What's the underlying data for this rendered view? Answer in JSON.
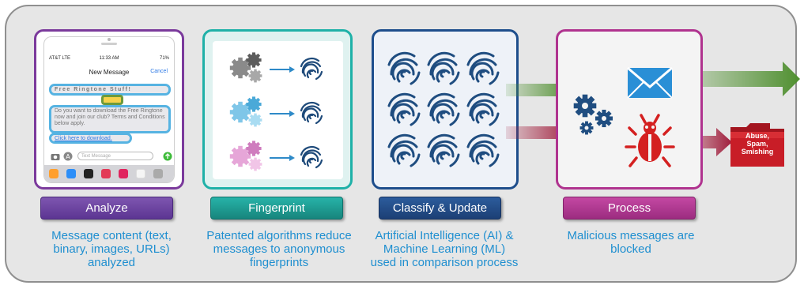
{
  "stages": [
    {
      "label": "Analyze",
      "desc": [
        "Message content (text,",
        "binary, images, URLs)",
        "analyzed"
      ]
    },
    {
      "label": "Fingerprint",
      "desc": [
        "Patented algorithms reduce",
        "messages to anonymous",
        "fingerprints"
      ]
    },
    {
      "label": "Classify & Update",
      "desc": [
        "Artificial Intelligence (AI) &",
        "Machine Learning (ML)",
        "used in comparison process"
      ]
    },
    {
      "label": "Process",
      "desc": [
        "Malicious messages are",
        "blocked"
      ]
    }
  ],
  "phone": {
    "carrier": "AT&T LTE",
    "time": "11:33 AM",
    "battery": "71%",
    "title": "New Message",
    "cancel": "Cancel",
    "bubble1": "Free Ringtone Stuff!",
    "bubble2": "Do you want to download the Free Ringtone now and join our club? Terms and Conditions below apply.",
    "link": "Click here to download.",
    "input_placeholder": "Text Message"
  },
  "spam_folder": [
    "Abuse,",
    "Spam,",
    "Smishing"
  ],
  "colors": {
    "analyze": "#5c3592",
    "fingerprint": "#17857d",
    "classify": "#1c3f75",
    "process": "#9c2c80",
    "good_arrow": "#4f8f2f",
    "bad_arrow": "#a01e3c",
    "caption": "#1f8fd0"
  },
  "icons": [
    "smartphone-icon",
    "gears-icon",
    "fingerprint-icon",
    "envelope-icon",
    "bug-icon",
    "folder-icon",
    "arrow-right-icon"
  ]
}
